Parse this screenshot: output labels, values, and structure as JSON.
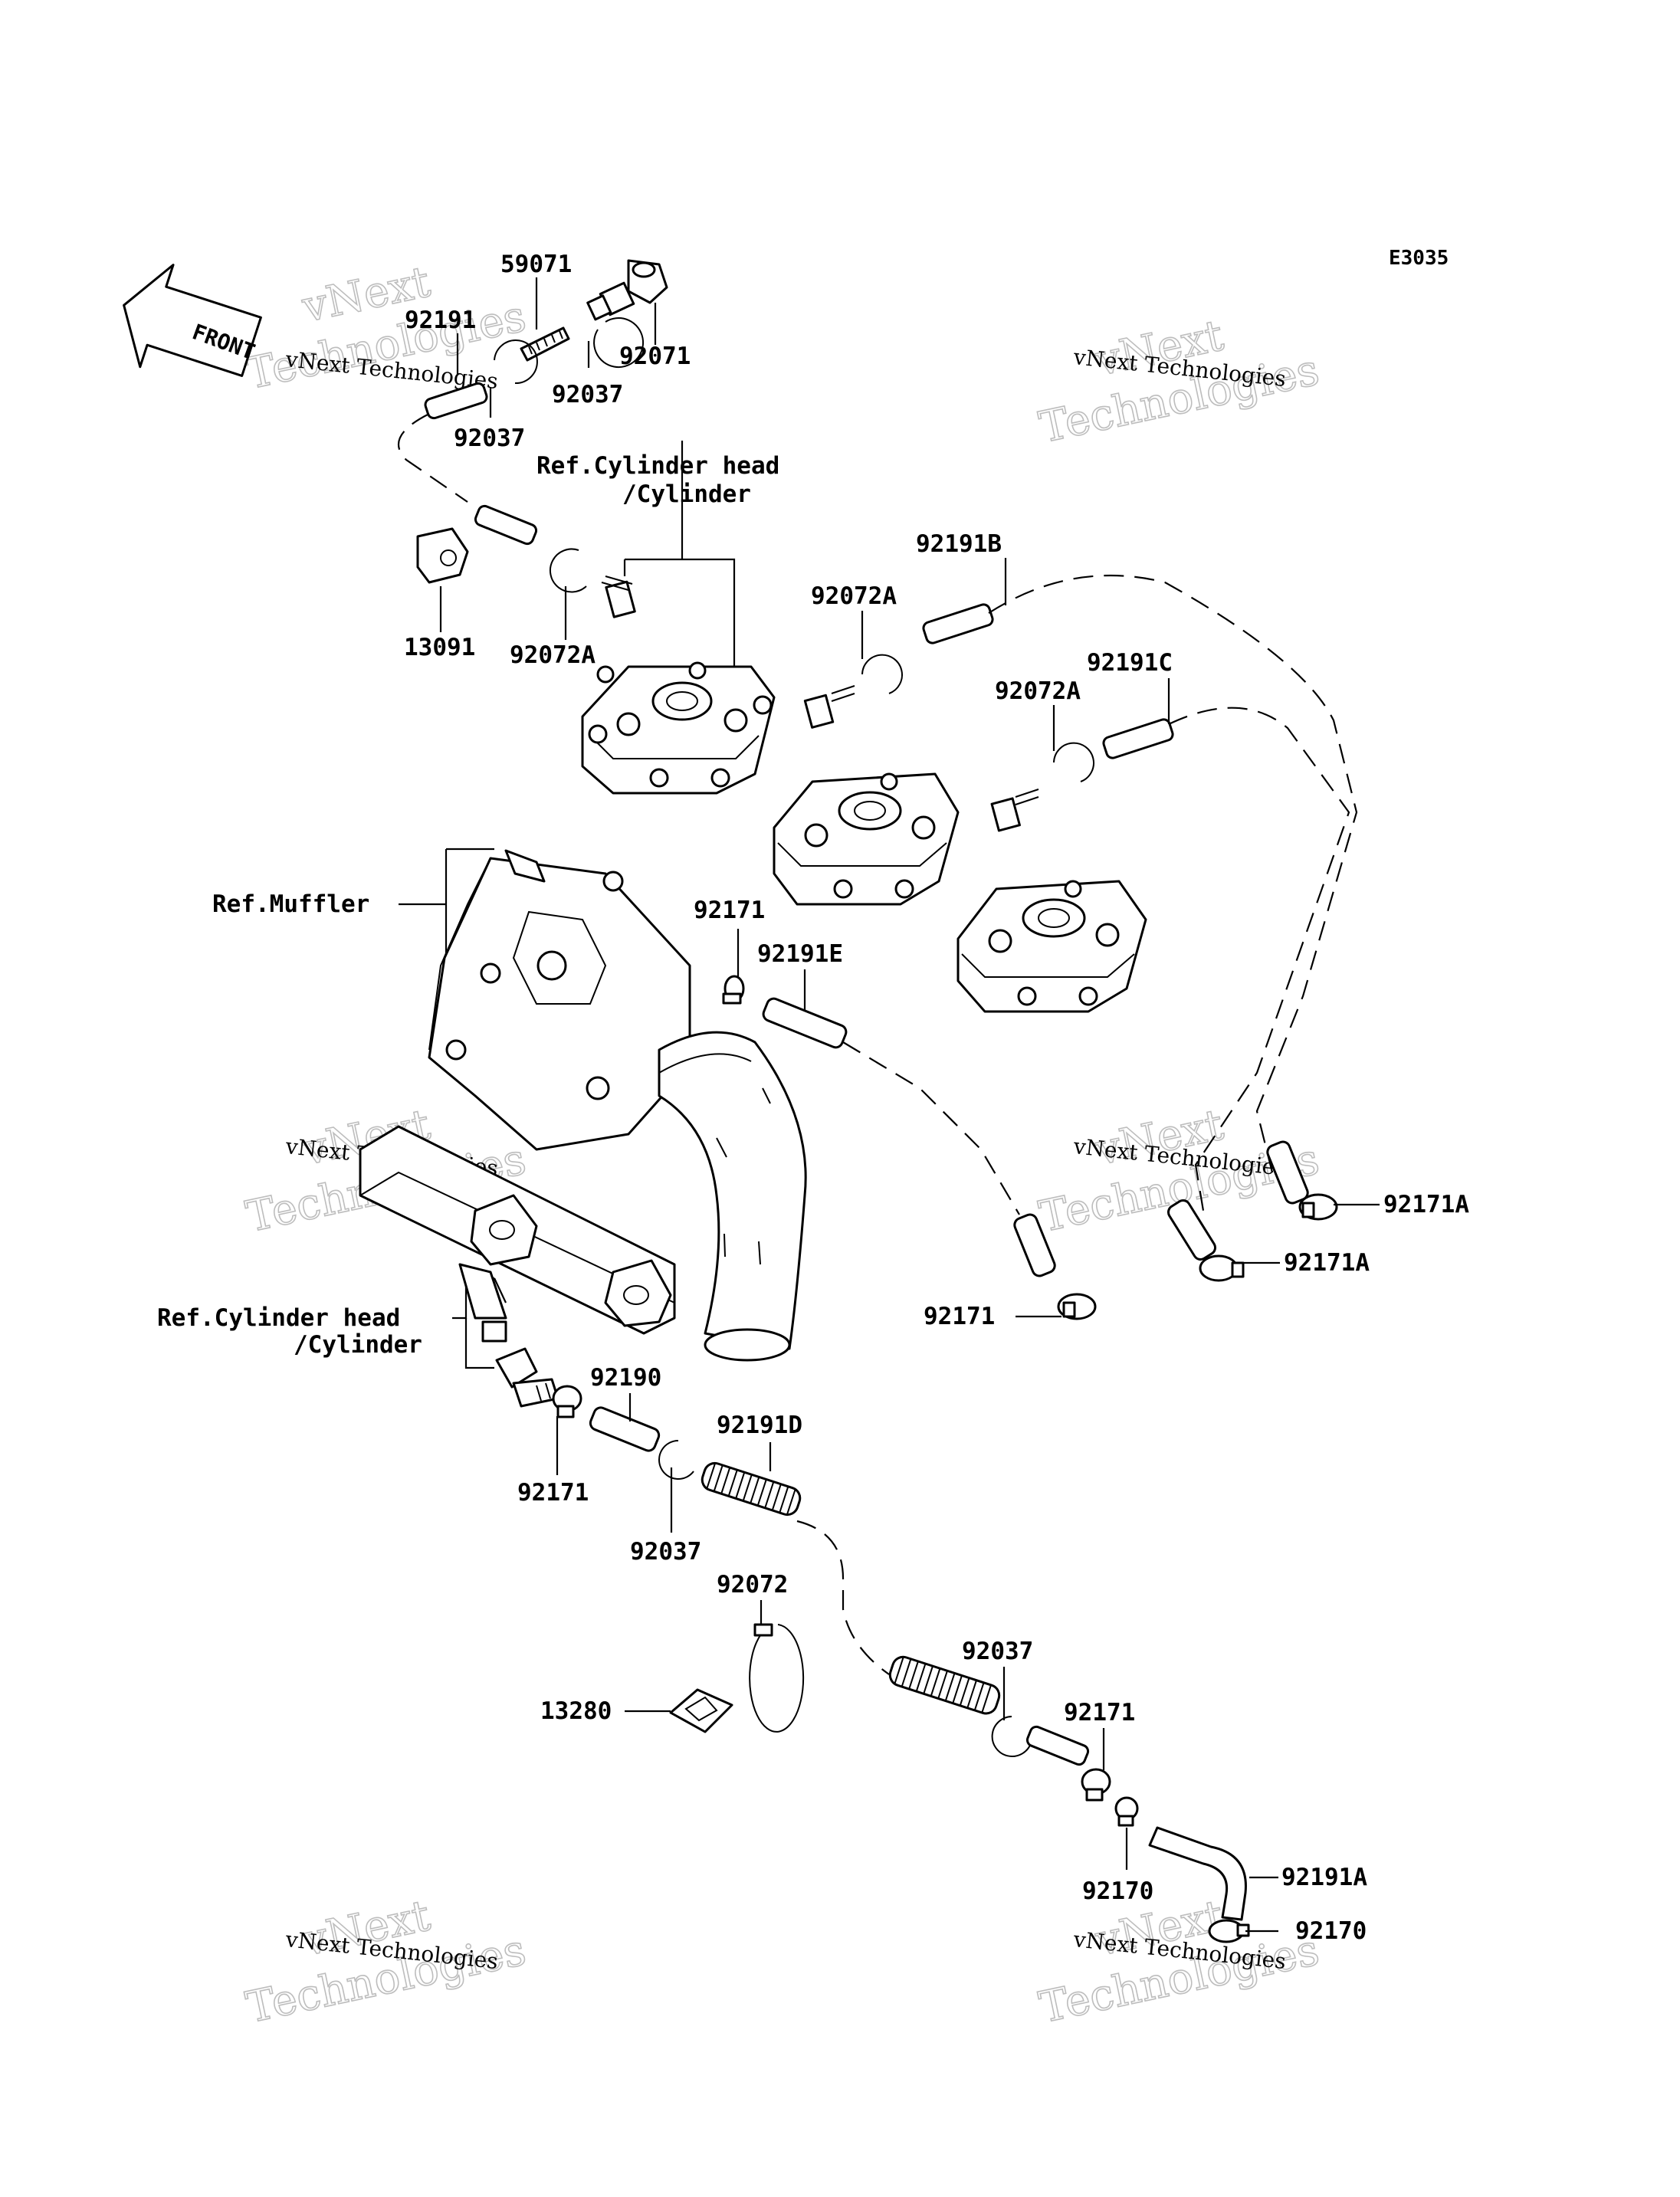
{
  "diagram_code": "E3035",
  "front_label": "FRONT",
  "watermark": {
    "line1": "vNext Technologies",
    "line2": "vNext",
    "line3": "Technologies"
  },
  "parts": {
    "p59071": "59071",
    "p92071": "92071",
    "p92191": "92191",
    "p92037_a": "92037",
    "p92037_b": "92037",
    "ref_cyl_head_1": "Ref.Cylinder head",
    "ref_cyl_1": "/Cylinder",
    "p13091": "13091",
    "p92072A_a": "92072A",
    "p92072A_b": "92072A",
    "p92072A_c": "92072A",
    "p92191B": "92191B",
    "p92191C": "92191C",
    "ref_muffler": "Ref.Muffler",
    "p92171_a": "92171",
    "p92191E": "92191E",
    "p92171A_a": "92171A",
    "p92171A_b": "92171A",
    "p92171_b": "92171",
    "ref_cyl_head_2": "Ref.Cylinder head",
    "ref_cyl_2": "/Cylinder",
    "p92190": "92190",
    "p92191D": "92191D",
    "p92171_c": "92171",
    "p92037_c": "92037",
    "p92072": "92072",
    "p13280": "13280",
    "p92037_d": "92037",
    "p92171_d": "92171",
    "p92170_a": "92170",
    "p92191A": "92191A",
    "p92170_b": "92170"
  }
}
